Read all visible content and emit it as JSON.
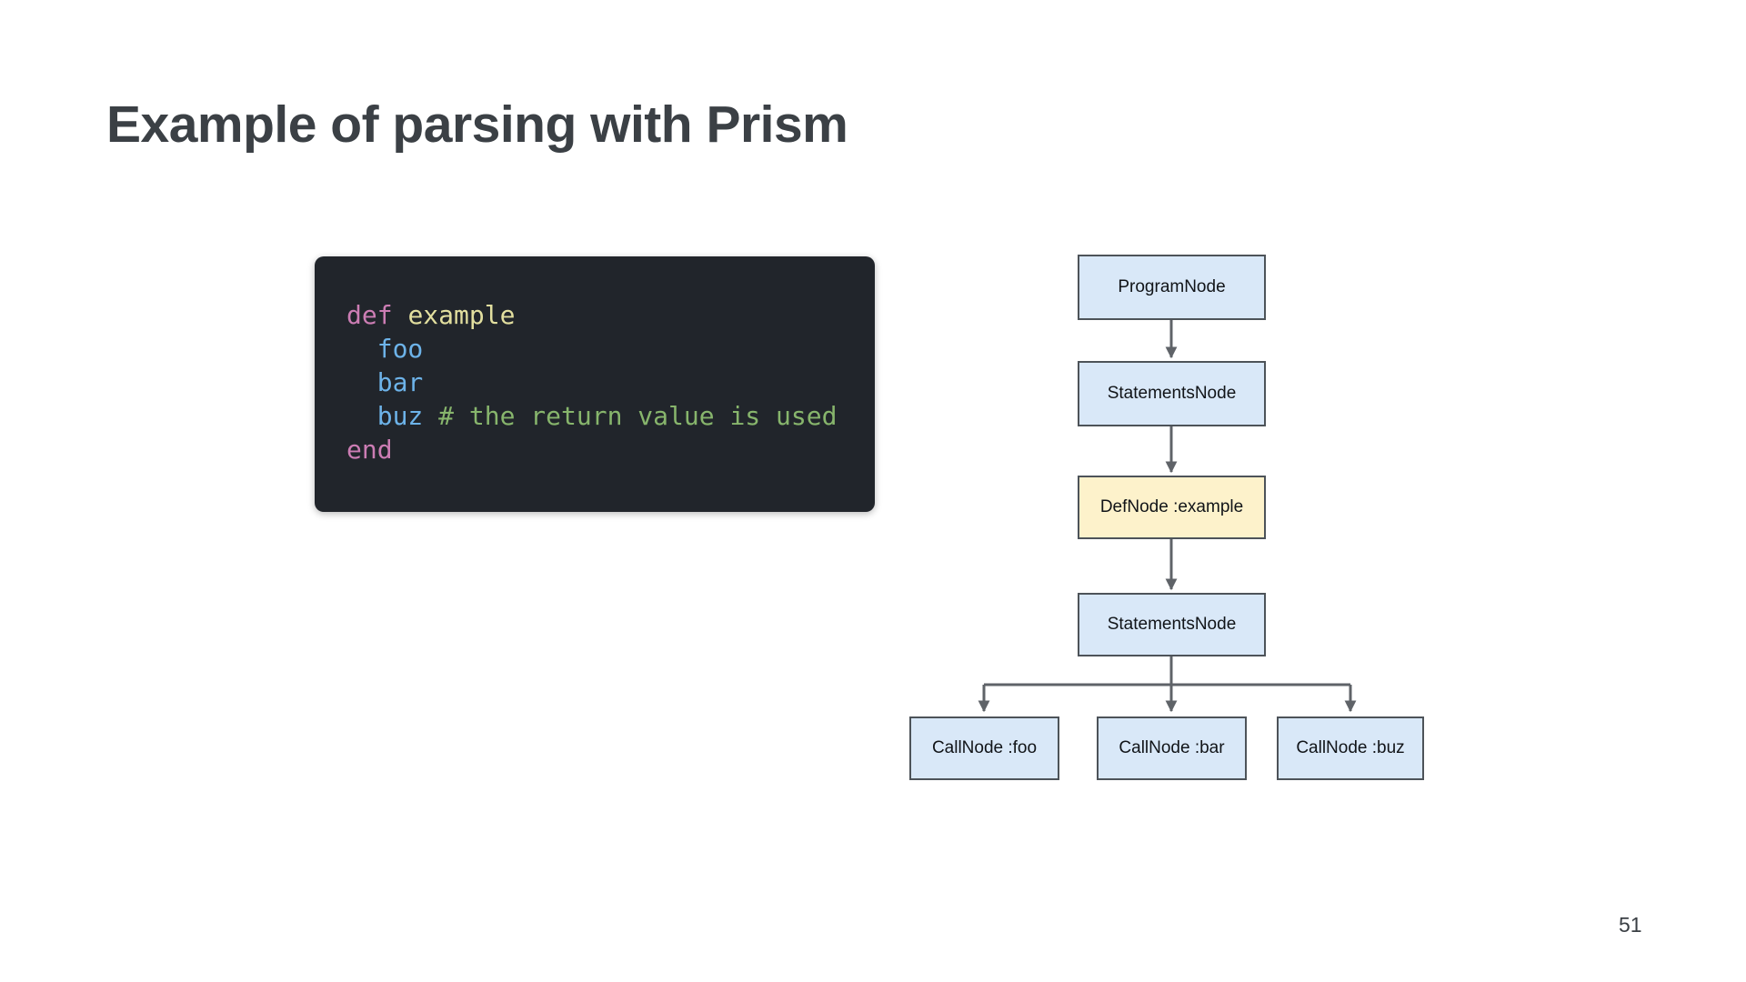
{
  "colors": {
    "title": "#3b4045",
    "code_bg": "#21252b",
    "keyword": "#cc7db4",
    "entity": "#e2df9f",
    "call": "#6db3e9",
    "comment": "#87b56c",
    "node_blue_fill": "#d9e8f8",
    "node_yellow_fill": "#fdf2cb",
    "node_border": "#4d5359",
    "node_text": "#111418",
    "arrow": "#5f6368",
    "page_number": "#3a3f44"
  },
  "slide": {
    "title": "Example of parsing with Prism",
    "page_number": "51"
  },
  "code": {
    "language": "ruby",
    "lines": [
      [
        {
          "t": "def",
          "c": "keyword"
        },
        {
          "t": " ",
          "c": "plain"
        },
        {
          "t": "example",
          "c": "entity"
        }
      ],
      [
        {
          "t": "  foo",
          "c": "call"
        }
      ],
      [
        {
          "t": "  bar",
          "c": "call"
        }
      ],
      [
        {
          "t": "  buz",
          "c": "call"
        },
        {
          "t": " # the return value is used",
          "c": "comment"
        }
      ],
      [
        {
          "t": "end",
          "c": "keyword"
        }
      ]
    ]
  },
  "tree": {
    "nodes": [
      {
        "label": "ProgramNode",
        "variant": "blue"
      },
      {
        "label": "StatementsNode",
        "variant": "blue"
      },
      {
        "label": "DefNode :example",
        "variant": "yellow"
      },
      {
        "label": "StatementsNode",
        "variant": "blue"
      },
      {
        "label": "CallNode :foo",
        "variant": "blue"
      },
      {
        "label": "CallNode :bar",
        "variant": "blue"
      },
      {
        "label": "CallNode :buz",
        "variant": "blue"
      }
    ]
  }
}
